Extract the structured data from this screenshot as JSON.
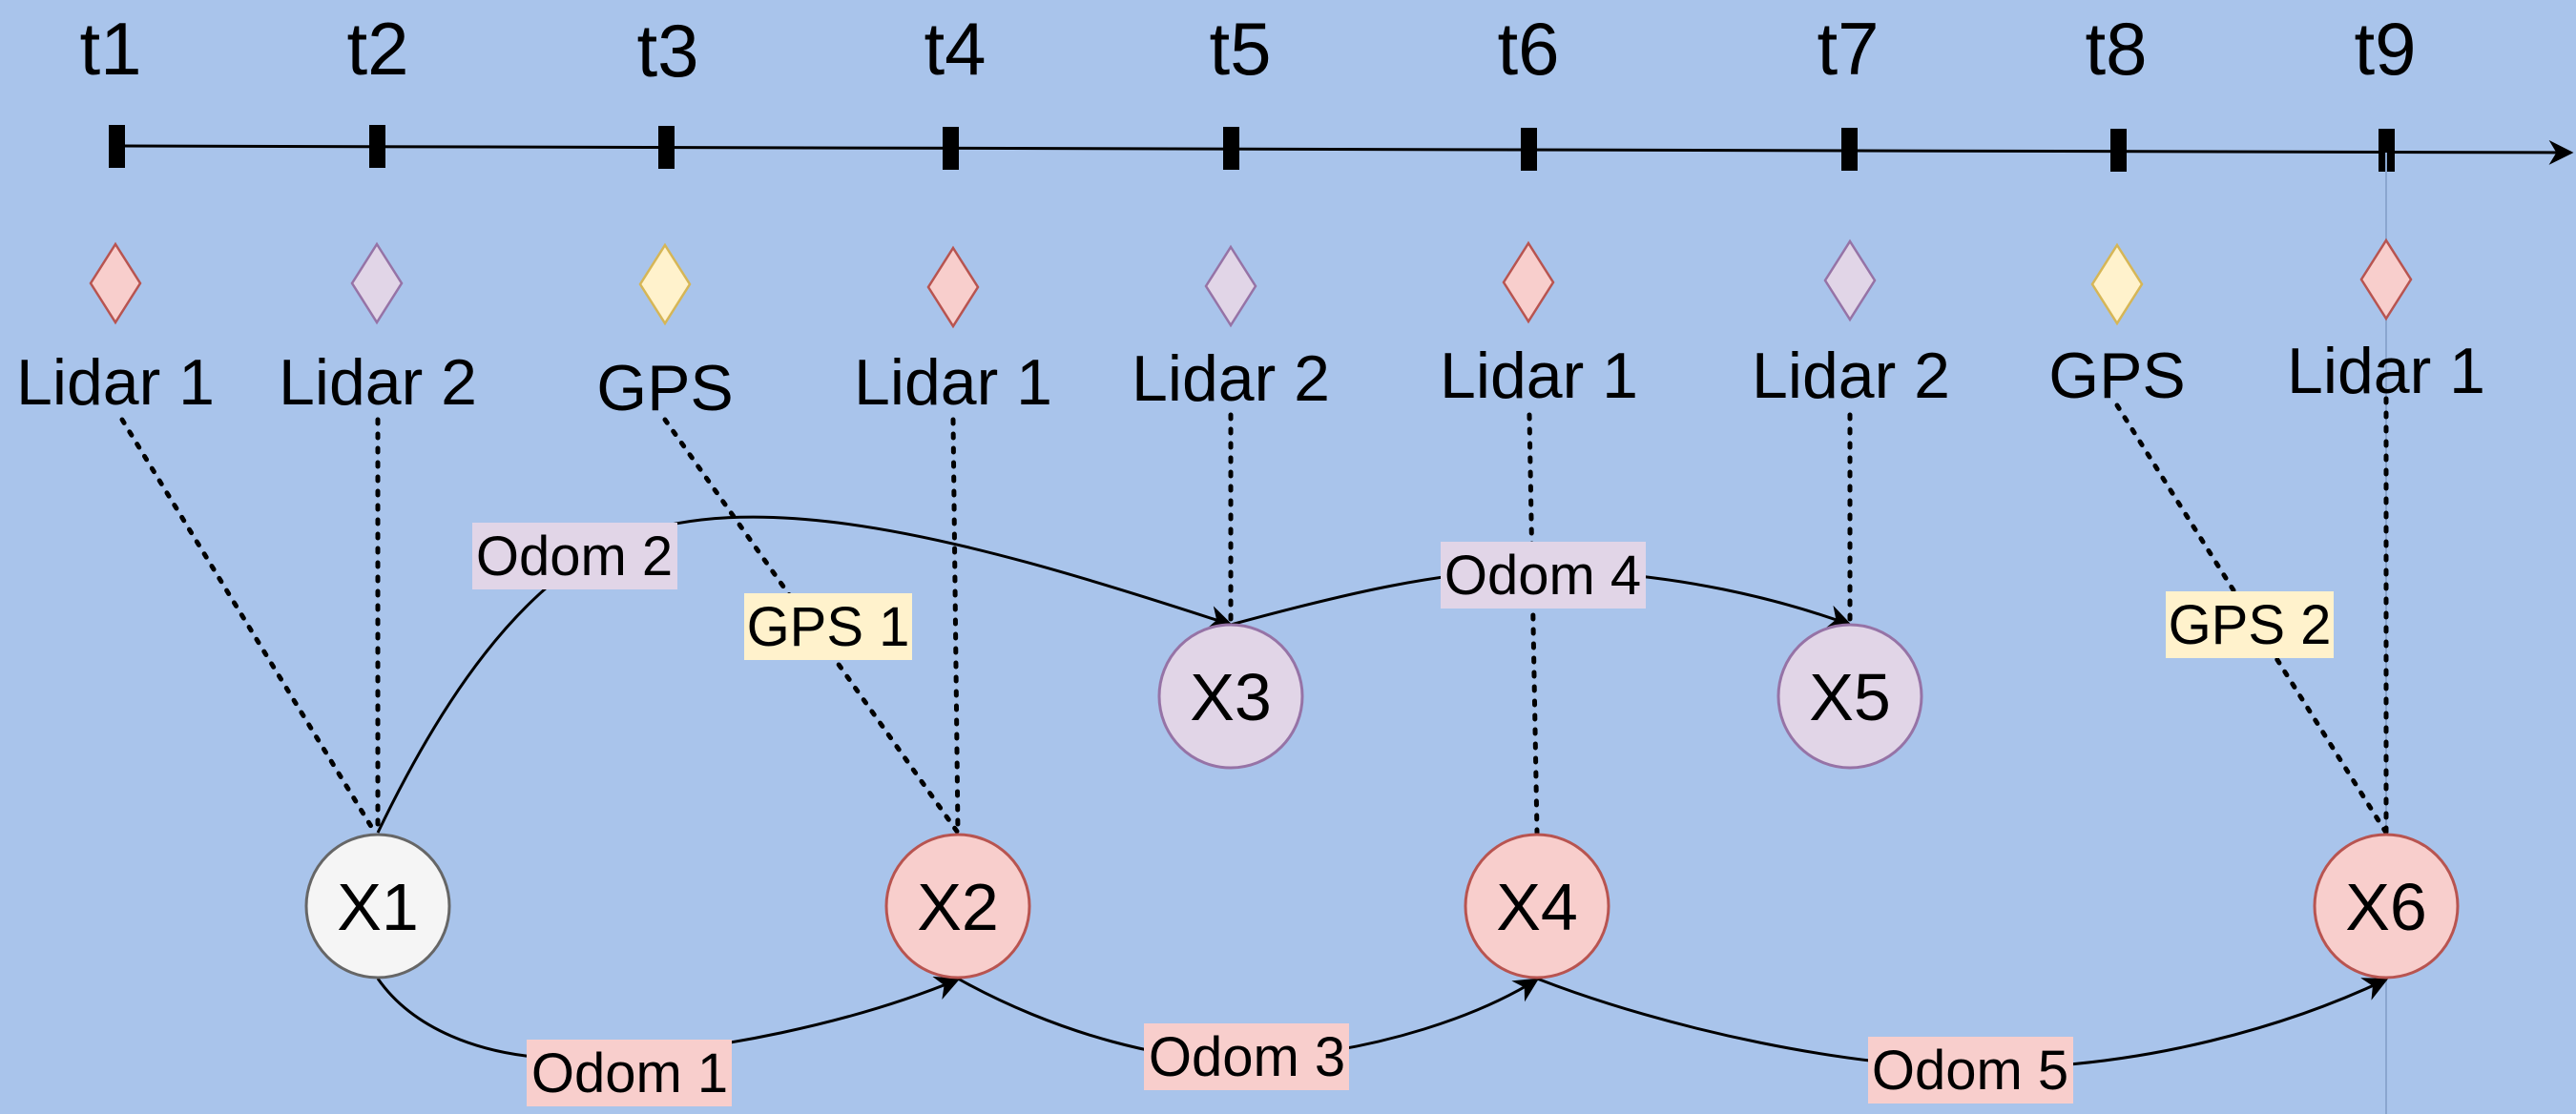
{
  "colors": {
    "background": "#a9c4eb",
    "lidar1_fill": "#f8cecc",
    "lidar1_stroke": "#b85450",
    "lidar2_fill": "#e1d5e7",
    "lidar2_stroke": "#9673a6",
    "gps_fill": "#fff2cc",
    "gps_stroke": "#d6b656",
    "x1_fill": "#f5f5f5",
    "x1_stroke": "#666666"
  },
  "timeline": {
    "ticks": [
      "t1",
      "t2",
      "t3",
      "t4",
      "t5",
      "t6",
      "t7",
      "t8",
      "t9"
    ]
  },
  "sensors": [
    {
      "time": "t1",
      "label": "Lidar 1",
      "kind": "lidar1"
    },
    {
      "time": "t2",
      "label": "Lidar 2",
      "kind": "lidar2"
    },
    {
      "time": "t3",
      "label": "GPS",
      "kind": "gps"
    },
    {
      "time": "t4",
      "label": "Lidar 1",
      "kind": "lidar1"
    },
    {
      "time": "t5",
      "label": "Lidar 2",
      "kind": "lidar2"
    },
    {
      "time": "t6",
      "label": "Lidar 1",
      "kind": "lidar1"
    },
    {
      "time": "t7",
      "label": "Lidar 2",
      "kind": "lidar2"
    },
    {
      "time": "t8",
      "label": "GPS",
      "kind": "gps"
    },
    {
      "time": "t9",
      "label": "Lidar 1",
      "kind": "lidar1"
    }
  ],
  "states": [
    {
      "label": "X1",
      "kind": "x1"
    },
    {
      "label": "X2",
      "kind": "lidar1"
    },
    {
      "label": "X3",
      "kind": "lidar2"
    },
    {
      "label": "X4",
      "kind": "lidar1"
    },
    {
      "label": "X5",
      "kind": "lidar2"
    },
    {
      "label": "X6",
      "kind": "lidar1"
    }
  ],
  "factors": [
    {
      "label": "Odom 1",
      "from": "X1",
      "to": "X2",
      "kind": "lidar1"
    },
    {
      "label": "Odom 2",
      "from": "X1",
      "to": "X3",
      "kind": "lidar2"
    },
    {
      "label": "Odom 3",
      "from": "X2",
      "to": "X4",
      "kind": "lidar1"
    },
    {
      "label": "Odom 4",
      "from": "X3",
      "to": "X5",
      "kind": "lidar2"
    },
    {
      "label": "Odom 5",
      "from": "X4",
      "to": "X6",
      "kind": "lidar1"
    },
    {
      "label": "GPS 1",
      "from": "GPS",
      "to": "X2",
      "kind": "gps"
    },
    {
      "label": "GPS 2",
      "from": "GPS",
      "to": "X6",
      "kind": "gps"
    }
  ]
}
